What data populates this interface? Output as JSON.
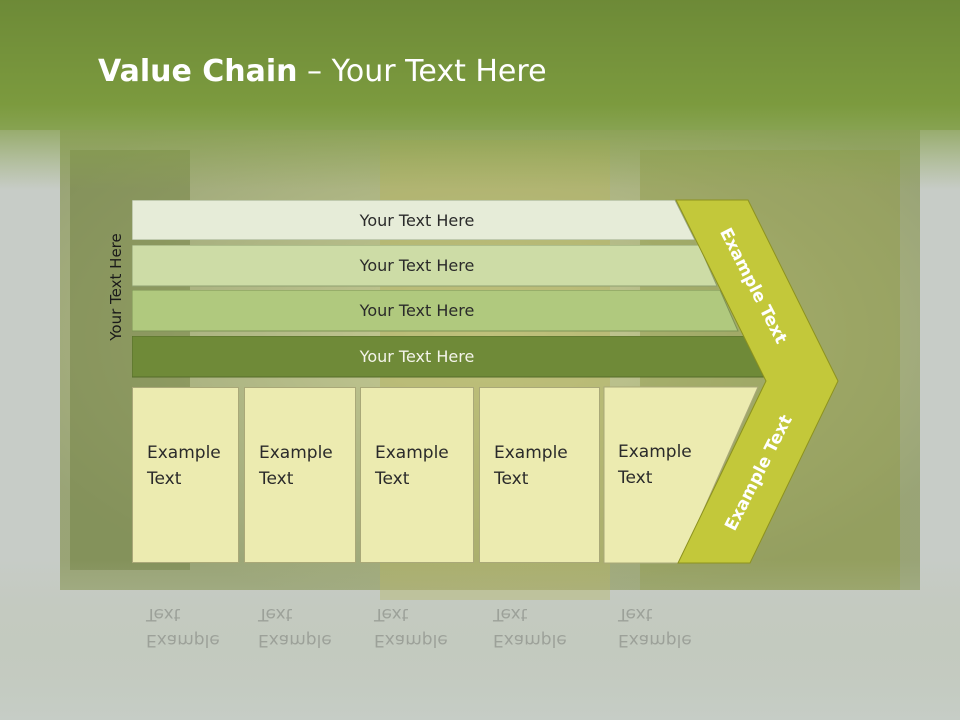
{
  "title": {
    "bold": "Value Chain",
    "rest": " – Your Text Here"
  },
  "side_label": "Your Text Here",
  "bars": [
    {
      "label": "Your Text Here"
    },
    {
      "label": "Your Text Here"
    },
    {
      "label": "Your Text Here"
    },
    {
      "label": "Your Text Here"
    }
  ],
  "cells": [
    {
      "line1": "Example",
      "line2": "Text"
    },
    {
      "line1": "Example",
      "line2": "Text"
    },
    {
      "line1": "Example",
      "line2": "Text"
    },
    {
      "line1": "Example",
      "line2": "Text"
    },
    {
      "line1": "Example",
      "line2": "Text"
    }
  ],
  "chevron": {
    "upper": "Example Text",
    "lower": "Example Text"
  },
  "colors": {
    "header": "#7a9a3a",
    "bar1": "#e6ecd8",
    "bar2": "#cddca6",
    "bar3": "#b0c97e",
    "bar4": "#6f8a38",
    "cell": "#ecebb0",
    "chevron": "#c3c83a"
  }
}
